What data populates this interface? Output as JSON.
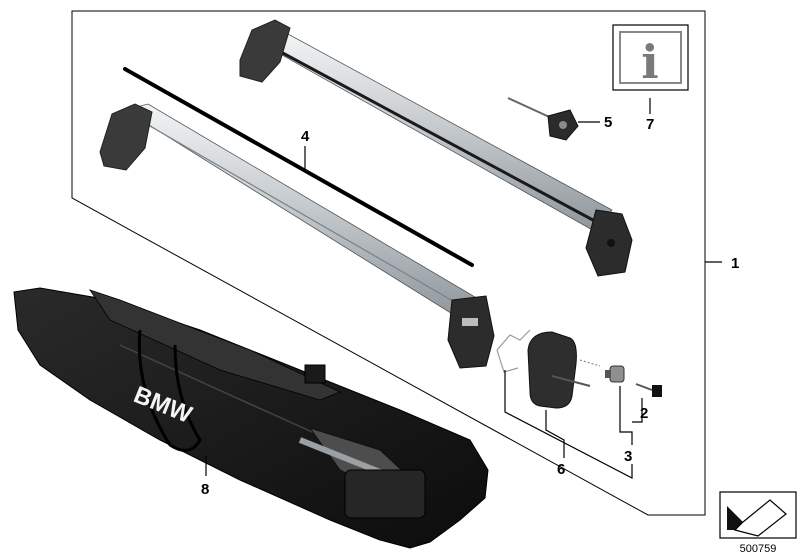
{
  "diagram": {
    "callouts": {
      "c1": "1",
      "c2": "2",
      "c3": "3",
      "c4": "4",
      "c5": "5",
      "c6": "6",
      "c7": "7",
      "c8": "8"
    },
    "bag_brand": "BMW",
    "info_symbol": "i",
    "document_number": "500759",
    "icons": [
      "info-icon",
      "page-corner-icon"
    ]
  }
}
